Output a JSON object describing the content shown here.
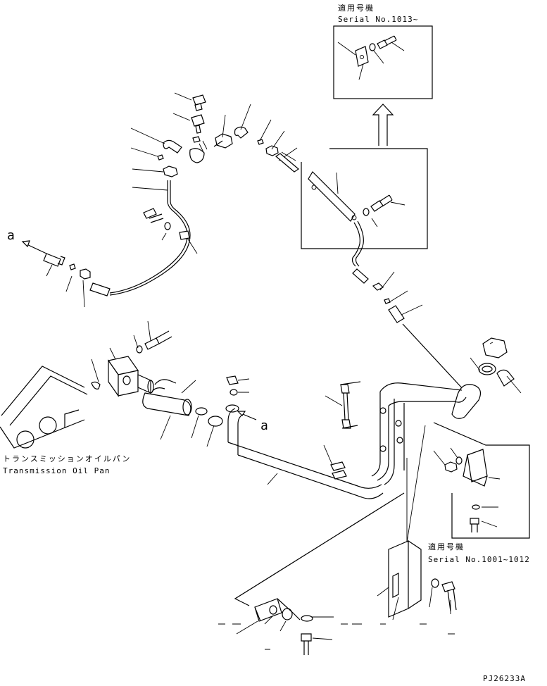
{
  "labels": {
    "top_serial_jp": "適用号機",
    "top_serial": "Serial No.1013~",
    "mid_serial_jp": "適用号機",
    "mid_serial": "Serial No.1001~1012",
    "pan_jp": "トランスミッションオイルパン",
    "pan_en": "Transmission Oil Pan",
    "ref_a_left": "a",
    "ref_a_center": "a",
    "drawing_no": "PJ26233A"
  }
}
